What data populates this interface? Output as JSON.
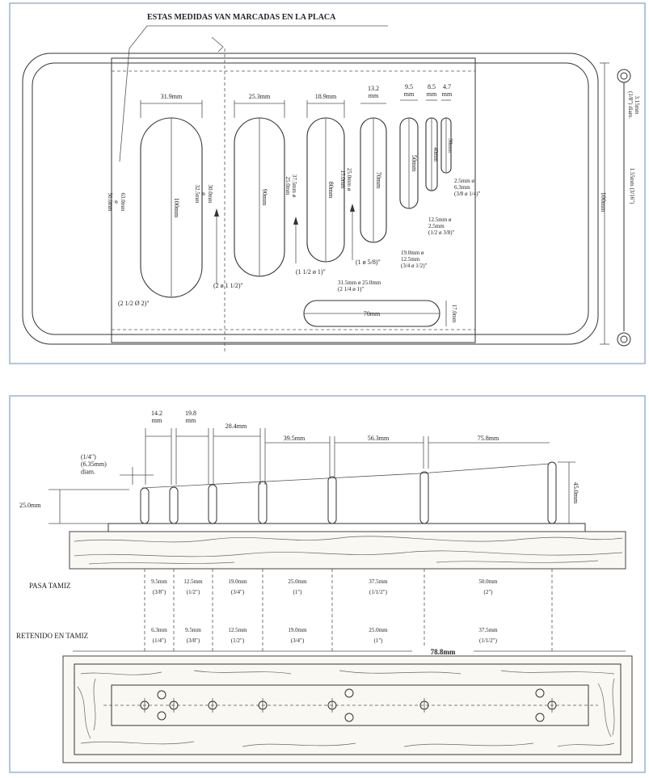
{
  "top": {
    "title": "ESTAS MEDIDAS VAN MARCADAS EN LA PLACA",
    "widths": [
      "31.9mm",
      "25.3mm",
      "18.9mm",
      "13.2\nmm",
      "9.5\nmm",
      "8.5\nmm",
      "4.7\nmm"
    ],
    "lengths": [
      "100mm",
      "90mm",
      "80mm",
      "70mm",
      "50mm",
      "40mm",
      "30mm"
    ],
    "vertical_notes": [
      "63.0mm\nø\n50.0mm",
      "30.0mm\nø\n32.5mm",
      "37.5mm ø\n25.0mm",
      "25.0mm ø\n15.0mm"
    ],
    "fractions": [
      "(2 1/2 Ø 2)\"",
      "(2 ø 1 1/2)\"",
      "(1 1/2 ø 1)\"",
      "(1 ø 5/8)\""
    ],
    "right_notes": [
      "2.5mm ø\n6.3mm\n(3/8 ø 1/4)\"",
      "12.5mm ø\n2.5mm\n(1/2 ø 3/8)\"",
      "19.0mm ø\n12.5mm\n(3/4 ø 1/2)\""
    ],
    "bottom_note": "31.5mm ø 25.0mm\n(2 1/4 ø 1)\"",
    "horizontal_slot": "70mm",
    "horizontal_slot_h": "17.0mm",
    "overall_height": "100mm",
    "hook_dia": "3.15mm\n(1/8\") diam.",
    "rod_dia": "1.55mm (3/16\")"
  },
  "bottom": {
    "spacings": [
      "14.2\nmm",
      "19.8\nmm",
      "28.4mm",
      "39.5mm",
      "56.3mm",
      "75.8mm"
    ],
    "rod_note": "(1/4\")\n(6.35mm)\ndiam.",
    "left_height": "25.0mm",
    "right_height": "45.0mm",
    "pasa_label": "PASA TAMIZ",
    "retenido_label": "RETENIDO EN TAMIZ",
    "pasa": [
      [
        "9.5mm",
        "(3/8\")"
      ],
      [
        "12.5mm",
        "(1/2\")"
      ],
      [
        "19.0mm",
        "(3/4\")"
      ],
      [
        "25.0mm",
        "(1\")"
      ],
      [
        "37.5mm",
        "(1/1/2\")"
      ],
      [
        "50.0mm",
        "(2\")"
      ]
    ],
    "retenido": [
      [
        "6.3mm",
        "(1/4\")"
      ],
      [
        "9.5mm",
        "(3/8\")"
      ],
      [
        "12.5mm",
        "(1/2\")"
      ],
      [
        "19.0mm",
        "(3/4\")"
      ],
      [
        "25.0mm",
        "(1\")"
      ],
      [
        "37.5mm",
        "(1/1/2\")"
      ]
    ],
    "base_length": "78.8mm"
  }
}
